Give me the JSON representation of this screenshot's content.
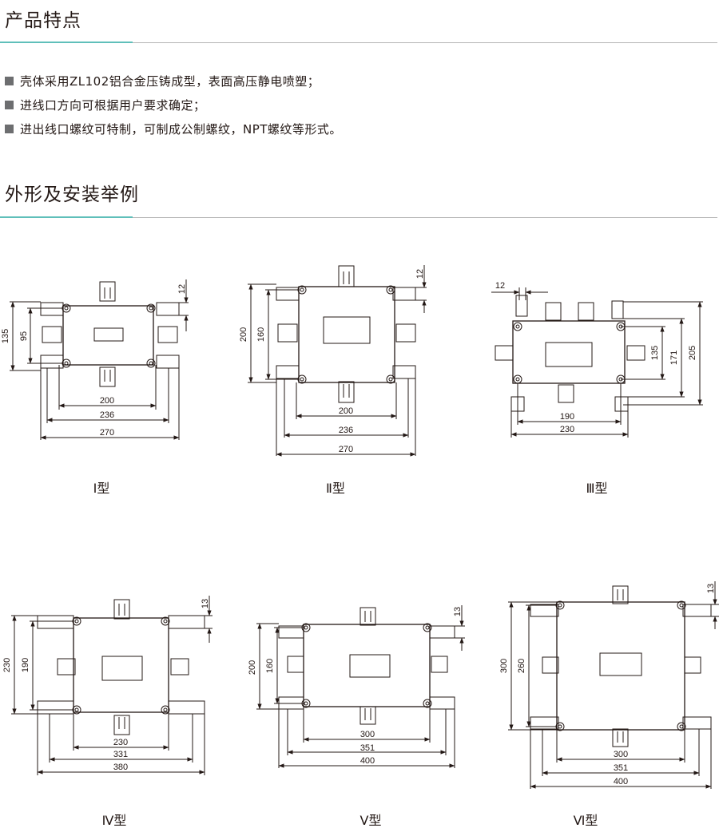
{
  "sections": {
    "features_title": "产品特点",
    "outline_title": "外形及安装举例"
  },
  "features": [
    "壳体采用ZL102铝合金压铸成型，表面高压静电喷塑；",
    "进线口方向可根据用户要求确定；",
    "进出线口螺纹可特制，可制成公制螺纹，NPT螺纹等形式。"
  ],
  "colors": {
    "accent": "#5fbfba",
    "bullet": "#6d6e70",
    "rule": "#b5b5b5"
  },
  "drawings": [
    {
      "caption": "Ⅰ型",
      "dims": [
        "12",
        "135",
        "95",
        "200",
        "236",
        "270"
      ]
    },
    {
      "caption": "Ⅱ型",
      "dims": [
        "12",
        "200",
        "160",
        "200",
        "236",
        "270"
      ]
    },
    {
      "caption": "Ⅲ型",
      "dims": [
        "12",
        "135",
        "171",
        "205",
        "190",
        "230"
      ]
    },
    {
      "caption": "Ⅳ型",
      "dims": [
        "13",
        "230",
        "190",
        "230",
        "331",
        "380"
      ]
    },
    {
      "caption": "Ⅴ型",
      "dims": [
        "13",
        "200",
        "160",
        "300",
        "351",
        "400"
      ]
    },
    {
      "caption": "Ⅵ型",
      "dims": [
        "13",
        "300",
        "260",
        "300",
        "351",
        "400"
      ]
    }
  ]
}
